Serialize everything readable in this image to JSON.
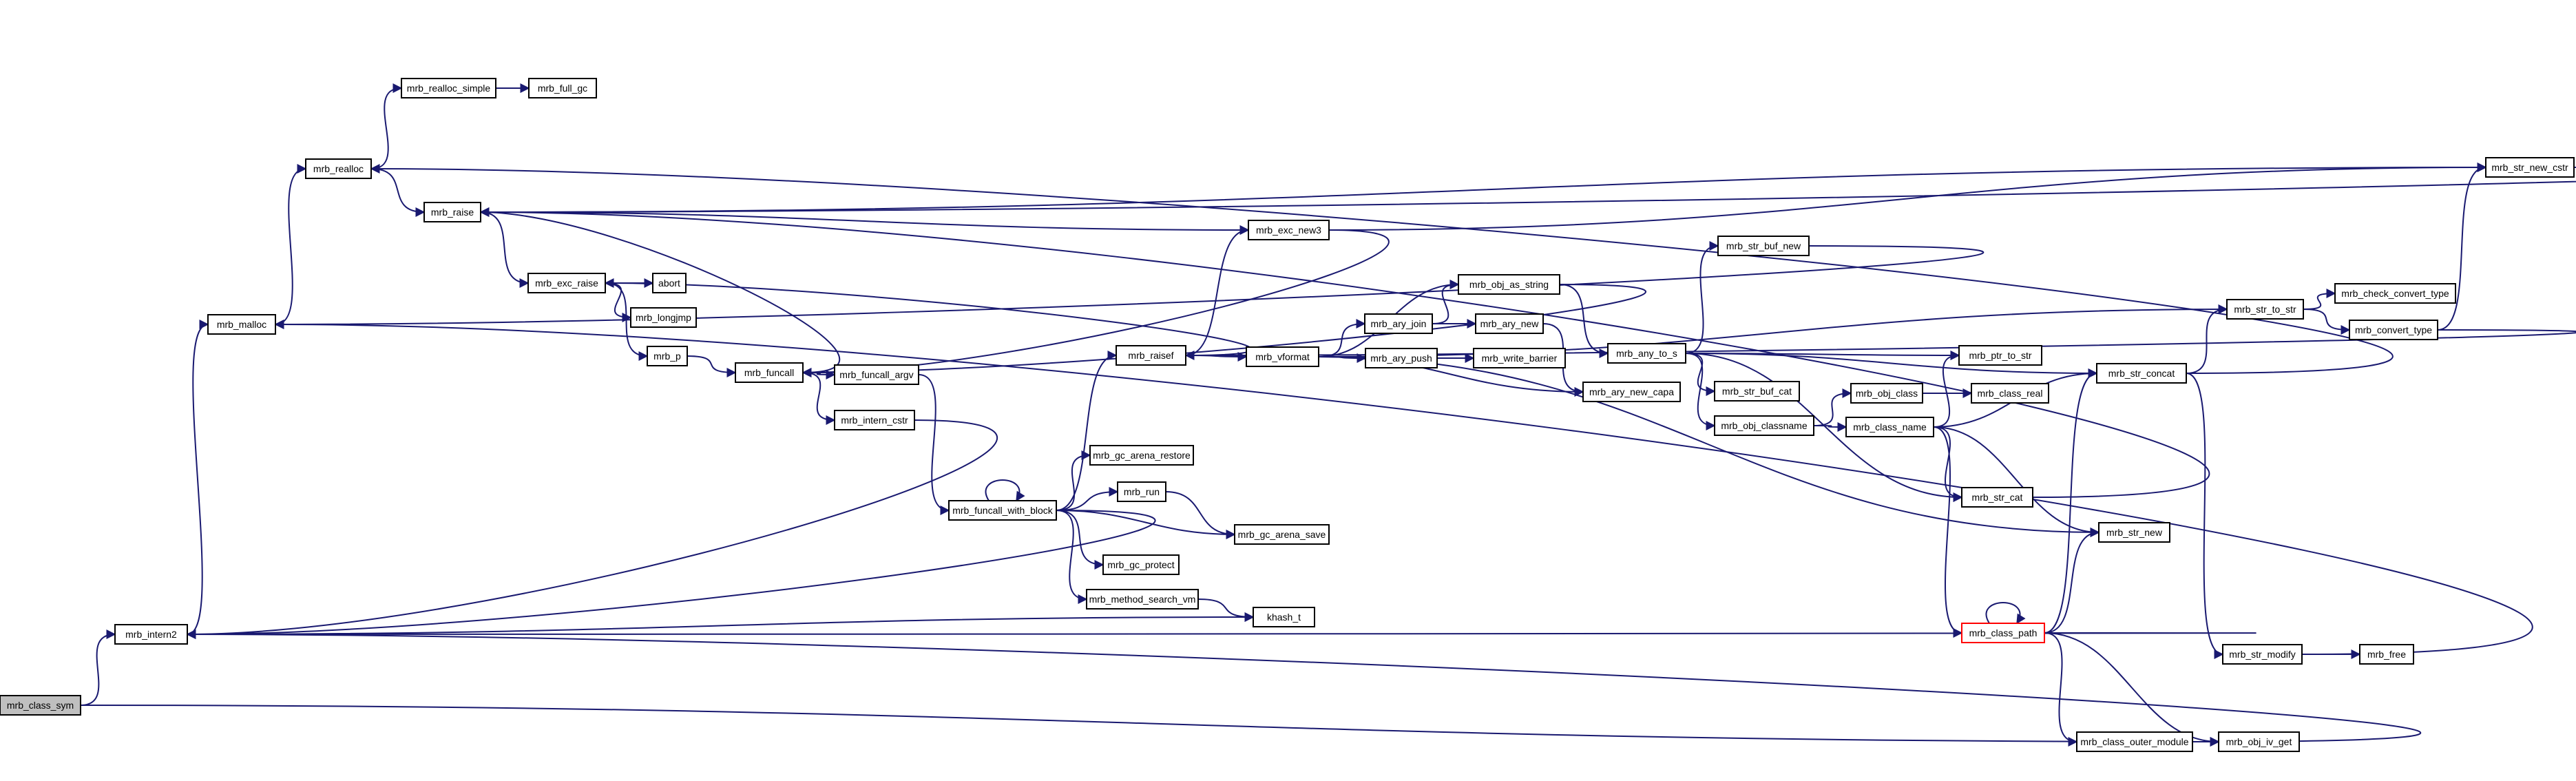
{
  "graph": {
    "root": "mrb_class_sym",
    "highlighted": "mrb_class_path",
    "colors": {
      "edge": "#191970",
      "root_fill": "#bfbfbf",
      "highlight_border": "#ff0000",
      "node_border": "#000000"
    },
    "nodes": [
      {
        "id": "mrb_class_sym",
        "label": "mrb_class_sym"
      },
      {
        "id": "mrb_intern2",
        "label": "mrb_intern2"
      },
      {
        "id": "mrb_malloc",
        "label": "mrb_malloc"
      },
      {
        "id": "mrb_realloc",
        "label": "mrb_realloc"
      },
      {
        "id": "mrb_realloc_simple",
        "label": "mrb_realloc_simple"
      },
      {
        "id": "mrb_full_gc",
        "label": "mrb_full_gc"
      },
      {
        "id": "mrb_raise",
        "label": "mrb_raise"
      },
      {
        "id": "mrb_exc_raise",
        "label": "mrb_exc_raise"
      },
      {
        "id": "abort",
        "label": "abort"
      },
      {
        "id": "mrb_longjmp",
        "label": "mrb_longjmp"
      },
      {
        "id": "mrb_p",
        "label": "mrb_p"
      },
      {
        "id": "mrb_funcall",
        "label": "mrb_funcall"
      },
      {
        "id": "mrb_funcall_argv",
        "label": "mrb_funcall_argv"
      },
      {
        "id": "mrb_intern_cstr",
        "label": "mrb_intern_cstr"
      },
      {
        "id": "mrb_funcall_with_block",
        "label": "mrb_funcall_with_block"
      },
      {
        "id": "mrb_gc_arena_restore",
        "label": "mrb_gc_arena_restore"
      },
      {
        "id": "mrb_run",
        "label": "mrb_run"
      },
      {
        "id": "mrb_gc_arena_save",
        "label": "mrb_gc_arena_save"
      },
      {
        "id": "mrb_gc_protect",
        "label": "mrb_gc_protect"
      },
      {
        "id": "mrb_method_search_vm",
        "label": "mrb_method_search_vm"
      },
      {
        "id": "khash_t",
        "label": "khash_t"
      },
      {
        "id": "mrb_exc_new3",
        "label": "mrb_exc_new3"
      },
      {
        "id": "mrb_raisef",
        "label": "mrb_raisef"
      },
      {
        "id": "mrb_vformat",
        "label": "mrb_vformat"
      },
      {
        "id": "mrb_obj_as_string",
        "label": "mrb_obj_as_string"
      },
      {
        "id": "mrb_ary_join",
        "label": "mrb_ary_join"
      },
      {
        "id": "mrb_ary_new",
        "label": "mrb_ary_new"
      },
      {
        "id": "mrb_ary_push",
        "label": "mrb_ary_push"
      },
      {
        "id": "mrb_write_barrier",
        "label": "mrb_write_barrier"
      },
      {
        "id": "mrb_ary_new_capa",
        "label": "mrb_ary_new_capa"
      },
      {
        "id": "mrb_str_buf_new",
        "label": "mrb_str_buf_new"
      },
      {
        "id": "mrb_any_to_s",
        "label": "mrb_any_to_s"
      },
      {
        "id": "mrb_str_buf_cat",
        "label": "mrb_str_buf_cat"
      },
      {
        "id": "mrb_obj_classname",
        "label": "mrb_obj_classname"
      },
      {
        "id": "mrb_obj_class",
        "label": "mrb_obj_class"
      },
      {
        "id": "mrb_class_real",
        "label": "mrb_class_real"
      },
      {
        "id": "mrb_class_name",
        "label": "mrb_class_name"
      },
      {
        "id": "mrb_ptr_to_str",
        "label": "mrb_ptr_to_str"
      },
      {
        "id": "mrb_str_cat",
        "label": "mrb_str_cat"
      },
      {
        "id": "mrb_str_new",
        "label": "mrb_str_new"
      },
      {
        "id": "mrb_class_path",
        "label": "mrb_class_path"
      },
      {
        "id": "mrb_str_concat",
        "label": "mrb_str_concat"
      },
      {
        "id": "mrb_str_to_str",
        "label": "mrb_str_to_str"
      },
      {
        "id": "mrb_check_convert_type",
        "label": "mrb_check_convert_type"
      },
      {
        "id": "mrb_convert_type",
        "label": "mrb_convert_type"
      },
      {
        "id": "mrb_str_new_cstr",
        "label": "mrb_str_new_cstr"
      },
      {
        "id": "mrb_str_modify",
        "label": "mrb_str_modify"
      },
      {
        "id": "mrb_free",
        "label": "mrb_free"
      },
      {
        "id": "mrb_class_outer_module",
        "label": "mrb_class_outer_module"
      },
      {
        "id": "mrb_obj_iv_get",
        "label": "mrb_obj_iv_get"
      }
    ],
    "edges": [
      [
        "mrb_class_sym",
        "mrb_intern2"
      ],
      [
        "mrb_class_sym",
        "mrb_obj_iv_get"
      ],
      [
        "mrb_intern2",
        "mrb_malloc"
      ],
      [
        "mrb_malloc",
        "mrb_realloc"
      ],
      [
        "mrb_realloc",
        "mrb_realloc_simple"
      ],
      [
        "mrb_realloc_simple",
        "mrb_full_gc"
      ],
      [
        "mrb_realloc",
        "mrb_raise"
      ],
      [
        "mrb_raise",
        "mrb_exc_raise"
      ],
      [
        "mrb_raise",
        "mrb_exc_new3"
      ],
      [
        "mrb_raise",
        "mrb_str_new_cstr"
      ],
      [
        "mrb_exc_raise",
        "abort"
      ],
      [
        "mrb_exc_raise",
        "mrb_longjmp"
      ],
      [
        "mrb_exc_raise",
        "mrb_p"
      ],
      [
        "mrb_p",
        "mrb_funcall"
      ],
      [
        "mrb_funcall",
        "mrb_funcall_argv"
      ],
      [
        "mrb_funcall",
        "mrb_intern_cstr"
      ],
      [
        "mrb_funcall",
        "mrb_raise"
      ],
      [
        "mrb_funcall_argv",
        "mrb_funcall_with_block"
      ],
      [
        "mrb_intern_cstr",
        "mrb_intern2"
      ],
      [
        "mrb_funcall_with_block",
        "mrb_funcall_with_block"
      ],
      [
        "mrb_funcall_with_block",
        "mrb_gc_arena_restore"
      ],
      [
        "mrb_funcall_with_block",
        "mrb_run"
      ],
      [
        "mrb_funcall_with_block",
        "mrb_gc_arena_save"
      ],
      [
        "mrb_funcall_with_block",
        "mrb_gc_protect"
      ],
      [
        "mrb_funcall_with_block",
        "mrb_method_search_vm"
      ],
      [
        "mrb_funcall_with_block",
        "mrb_raisef"
      ],
      [
        "mrb_funcall_with_block",
        "mrb_intern2"
      ],
      [
        "mrb_run",
        "mrb_gc_arena_save"
      ],
      [
        "mrb_method_search_vm",
        "khash_t"
      ],
      [
        "mrb_intern2",
        "khash_t"
      ],
      [
        "mrb_exc_new3",
        "mrb_funcall"
      ],
      [
        "mrb_exc_new3",
        "mrb_str_new_cstr"
      ],
      [
        "mrb_raisef",
        "mrb_exc_new3"
      ],
      [
        "mrb_raisef",
        "mrb_vformat"
      ],
      [
        "mrb_raisef",
        "mrb_exc_raise"
      ],
      [
        "mrb_vformat",
        "mrb_obj_as_string"
      ],
      [
        "mrb_vformat",
        "mrb_ary_join"
      ],
      [
        "mrb_vformat",
        "mrb_ary_push"
      ],
      [
        "mrb_vformat",
        "mrb_ary_new_capa"
      ],
      [
        "mrb_vformat",
        "mrb_str_new"
      ],
      [
        "mrb_vformat",
        "mrb_str_to_str"
      ],
      [
        "mrb_obj_as_string",
        "mrb_any_to_s"
      ],
      [
        "mrb_obj_as_string",
        "mrb_funcall"
      ],
      [
        "mrb_ary_join",
        "mrb_ary_new"
      ],
      [
        "mrb_ary_join",
        "mrb_obj_as_string"
      ],
      [
        "mrb_ary_new",
        "mrb_ary_new_capa"
      ],
      [
        "mrb_ary_push",
        "mrb_write_barrier"
      ],
      [
        "mrb_any_to_s",
        "mrb_str_buf_new"
      ],
      [
        "mrb_any_to_s",
        "mrb_str_buf_cat"
      ],
      [
        "mrb_any_to_s",
        "mrb_obj_classname"
      ],
      [
        "mrb_any_to_s",
        "mrb_ptr_to_str"
      ],
      [
        "mrb_any_to_s",
        "mrb_str_cat"
      ],
      [
        "mrb_any_to_s",
        "mrb_str_concat"
      ],
      [
        "mrb_str_buf_new",
        "mrb_malloc"
      ],
      [
        "mrb_obj_classname",
        "mrb_obj_class"
      ],
      [
        "mrb_obj_classname",
        "mrb_class_name"
      ],
      [
        "mrb_obj_class",
        "mrb_class_real"
      ],
      [
        "mrb_class_name",
        "mrb_ptr_to_str"
      ],
      [
        "mrb_class_name",
        "mrb_str_cat"
      ],
      [
        "mrb_class_name",
        "mrb_str_new"
      ],
      [
        "mrb_class_name",
        "mrb_class_path"
      ],
      [
        "mrb_class_name",
        "mrb_str_concat"
      ],
      [
        "mrb_str_cat",
        "mrb_raise"
      ],
      [
        "mrb_class_path",
        "mrb_class_path"
      ],
      [
        "mrb_class_path",
        "mrb_str_new"
      ],
      [
        "mrb_class_path",
        "mrb_str_concat"
      ],
      [
        "mrb_class_path",
        "mrb_class_outer_module"
      ],
      [
        "mrb_class_path",
        "mrb_obj_iv_get"
      ],
      [
        "mrb_class_path",
        "mrb_intern2"
      ],
      [
        "mrb_str_concat",
        "mrb_str_to_str"
      ],
      [
        "mrb_str_concat",
        "mrb_str_modify"
      ],
      [
        "mrb_str_concat",
        "mrb_realloc"
      ],
      [
        "mrb_str_to_str",
        "mrb_check_convert_type"
      ],
      [
        "mrb_str_to_str",
        "mrb_convert_type"
      ],
      [
        "mrb_convert_type",
        "mrb_str_new_cstr"
      ],
      [
        "mrb_convert_type",
        "mrb_raisef"
      ],
      [
        "mrb_str_new_cstr",
        "mrb_raise"
      ],
      [
        "mrb_str_modify",
        "mrb_free"
      ],
      [
        "mrb_str_modify",
        "mrb_malloc"
      ],
      [
        "mrb_class_outer_module",
        "mrb_obj_iv_get"
      ],
      [
        "mrb_class_outer_module",
        "mrb_intern2"
      ]
    ]
  }
}
